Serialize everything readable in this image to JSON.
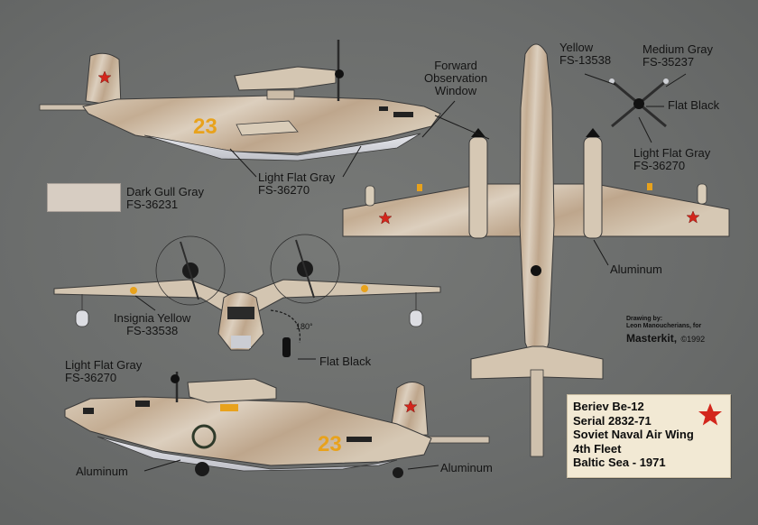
{
  "labels": {
    "forward_window": [
      "Forward",
      "Observation",
      "Window"
    ],
    "yellow": [
      "Yellow",
      "FS-13538"
    ],
    "medium_gray": [
      "Medium Gray",
      "FS-35237"
    ],
    "flat_black_prop": "Flat Black",
    "light_flat_gray_prop": [
      "Light Flat Gray",
      "FS-36270"
    ],
    "light_flat_gray_top": [
      "Light Flat Gray",
      "FS-36270"
    ],
    "dark_gull_gray": [
      "Dark Gull Gray",
      "FS-36231"
    ],
    "aluminum_right": "Aluminum",
    "insignia_yellow": [
      "Insignia Yellow",
      "FS-33538"
    ],
    "angle": "180°",
    "flat_black_front": "Flat Black",
    "light_flat_gray_left": [
      "Light Flat Gray",
      "FS-36270"
    ],
    "aluminum_bottom_left": "Aluminum",
    "aluminum_bottom_right": "Aluminum"
  },
  "side_number": "23",
  "credit": {
    "line1": "Drawing by:",
    "line2": "Leon Manoucherians, for",
    "brand": "Masterkit,",
    "year": "©1992"
  },
  "info_panel": {
    "lines": [
      "Beriev Be-12",
      "Serial 2832-71",
      "Soviet Naval Air Wing",
      "4th Fleet",
      "Baltic Sea - 1971"
    ]
  },
  "colors": {
    "background": "#6b6d6c",
    "camo_light": "#d8c9b6",
    "camo_dark": "#b69f86",
    "underside": "#dcdde2",
    "insignia_red": "#d3261c",
    "numeral_yellow": "#e8a21c",
    "panel": "#f2e9d4"
  },
  "icons": [
    "red-star-icon"
  ]
}
